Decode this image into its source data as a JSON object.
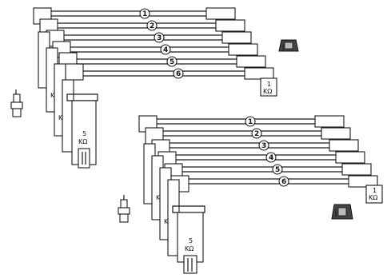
{
  "set_top": {
    "lead_numbers": [
      "1",
      "2",
      "3",
      "4",
      "5",
      "6"
    ],
    "coil_resistance": {
      "value": "5",
      "unit": "KΩ"
    },
    "plug_end_resistance": {
      "value": "1",
      "unit": "KΩ"
    }
  },
  "set_bottom": {
    "lead_numbers": [
      "1",
      "2",
      "3",
      "4",
      "5",
      "6"
    ],
    "coil_resistance": {
      "value": "5",
      "unit": "KΩ"
    },
    "plug_end_resistance": {
      "value": "1",
      "unit": "KΩ"
    }
  },
  "icons": [
    "spark-plug-terminal-icon",
    "rubber-boot-icon"
  ]
}
